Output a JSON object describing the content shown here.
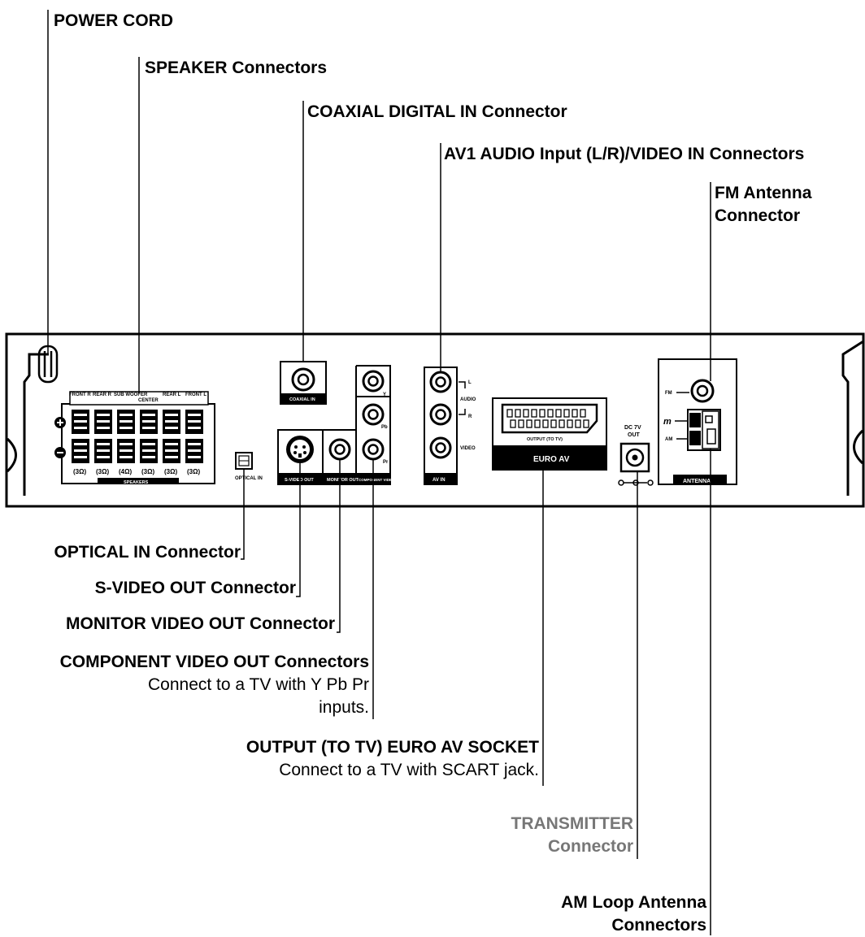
{
  "top_callouts": {
    "power_cord": "POWER CORD",
    "speaker_connectors": "SPEAKER Connectors",
    "coaxial_digital_in": "COAXIAL DIGITAL IN Connector",
    "av1_audio_video_in": "AV1 AUDIO Input (L/R)/VIDEO IN Connectors",
    "fm_antenna_line1": "FM Antenna",
    "fm_antenna_line2": "Connector"
  },
  "bottom_callouts": {
    "optical_in": "OPTICAL IN Connector",
    "s_video_out": "S-VIDEO OUT Connector",
    "monitor_video_out": "MONITOR VIDEO OUT Connector",
    "component_video_out": "COMPONENT VIDEO OUT Connectors",
    "component_desc_line1": "Connect to a TV with Y Pb Pr",
    "component_desc_line2": "inputs.",
    "euro_av_socket": "OUTPUT (TO TV) EURO AV SOCKET",
    "euro_av_desc": "Connect to a TV with SCART jack.",
    "transmitter_line1": "TRANSMITTER",
    "transmitter_line2": "Connector",
    "am_loop_line1": "AM Loop Antenna",
    "am_loop_line2": "Connectors"
  },
  "panel": {
    "speaker_channels": [
      "FRONT R",
      "REAR R",
      "SUB WOOFER",
      "CENTER",
      "REAR L",
      "FRONT L"
    ],
    "speaker_impedance": [
      "(3Ω)",
      "(3Ω)",
      "(4Ω)",
      "(3Ω)",
      "(3Ω)",
      "(3Ω)"
    ],
    "speakers_label": "SPEAKERS",
    "optical_label": "OPTICAL IN",
    "coaxial_label": "COAXIAL IN",
    "s_video_label": "S-VIDEO OUT",
    "monitor_label": "MONITOR OUT",
    "component_label": "COMPONENT VIDEO OUT",
    "component_y": "Y",
    "component_pb": "Pb",
    "component_pr": "Pr",
    "audio_l": "L",
    "audio_label": "AUDIO",
    "audio_r": "R",
    "video_label": "VIDEO",
    "av_in_label": "AV IN",
    "euro_output_label": "OUTPUT (TO TV)",
    "euro_av_label": "EURO AV",
    "dc_label_line1": "DC 7V",
    "dc_label_line2": "OUT",
    "fm_label": "FM",
    "am_label": "AM",
    "antenna_label": "ANTENNA"
  }
}
